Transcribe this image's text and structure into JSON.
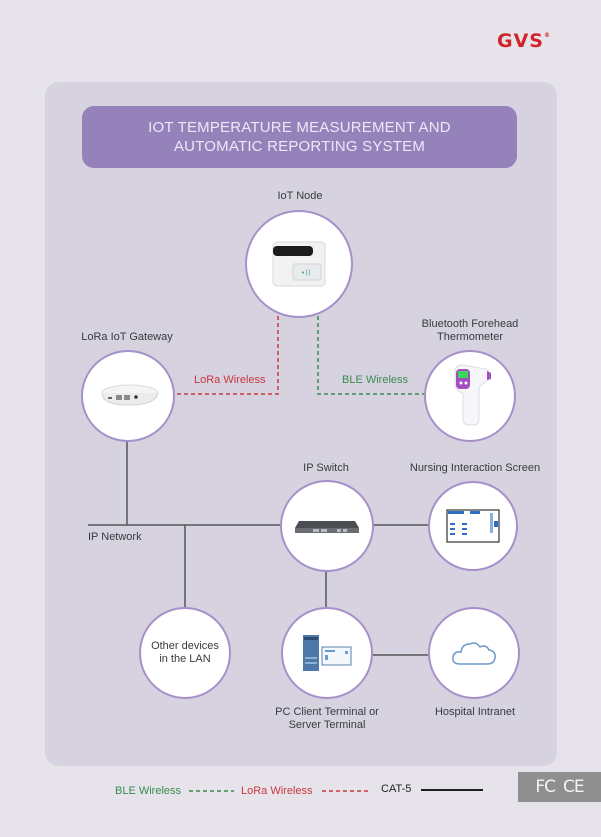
{
  "brand": {
    "logo_text": "GVS",
    "logo_mark": "®",
    "color": "#d2232a"
  },
  "title": {
    "line1": "IOT TEMPERATURE MEASUREMENT AND",
    "line2": "AUTOMATIC REPORTING SYSTEM"
  },
  "nodes": {
    "iot_node": {
      "label": "IoT Node",
      "icon": "iot-node-device-icon"
    },
    "gateway": {
      "label": "LoRa IoT Gateway",
      "icon": "lora-gateway-router-icon"
    },
    "thermometer": {
      "label_line1": "Bluetooth Forehead",
      "label_line2": "Thermometer",
      "icon": "forehead-thermometer-icon"
    },
    "ip_switch": {
      "label": "IP Switch",
      "icon": "network-switch-icon"
    },
    "nursing_screen": {
      "label": "Nursing Interaction Screen",
      "icon": "monitor-screen-icon"
    },
    "other_devices": {
      "line1": "Other devices",
      "line2": "in the LAN"
    },
    "pc_terminal": {
      "label_line1": "PC Client Terminal or",
      "label_line2": "Server Terminal",
      "icon": "server-computer-icon"
    },
    "hospital_intranet": {
      "label": "Hospital Intranet",
      "icon": "cloud-icon"
    }
  },
  "connections": {
    "lora_label": "LoRa Wireless",
    "ble_label": "BLE Wireless",
    "ip_network_label": "IP Network"
  },
  "legend": {
    "ble": {
      "label": "BLE Wireless",
      "color": "#3a8a4e"
    },
    "lora": {
      "label": "LoRa Wireless",
      "color": "#c9373d"
    },
    "cat5": {
      "label": "CAT-5",
      "color": "#1e1e1e"
    }
  },
  "certifications": {
    "fcc": "FC",
    "ce": "CE"
  }
}
